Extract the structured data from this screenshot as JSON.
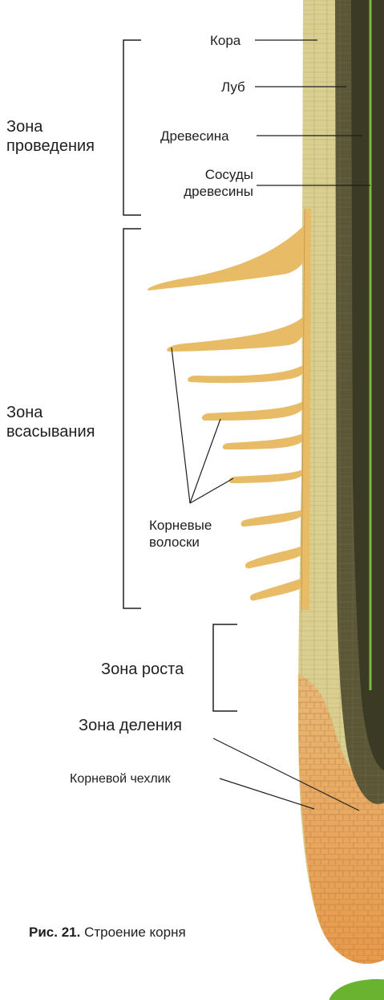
{
  "zones": {
    "conduction": [
      "Зона",
      "проведения"
    ],
    "absorption": [
      "Зона",
      "всасывания"
    ],
    "growth": "Зона роста",
    "division": "Зона деления"
  },
  "parts": {
    "cortex": "Кора",
    "phloem": "Луб",
    "xylem": "Древесина",
    "vessels": [
      "Сосуды",
      "древесины"
    ],
    "root_hairs": [
      "Корневые",
      "волоски"
    ],
    "root_cap": "Корневой чехлик"
  },
  "caption": {
    "number": "Рис. 21.",
    "title": "Строение корня"
  },
  "colors": {
    "cortex": "#d9cf8f",
    "phloem": "#5a5637",
    "xylem": "#3b3a24",
    "vessel": "#7dbb3a",
    "hairs": "#e8bb66",
    "cap": "#eaa356",
    "bg": "#ffffff"
  }
}
